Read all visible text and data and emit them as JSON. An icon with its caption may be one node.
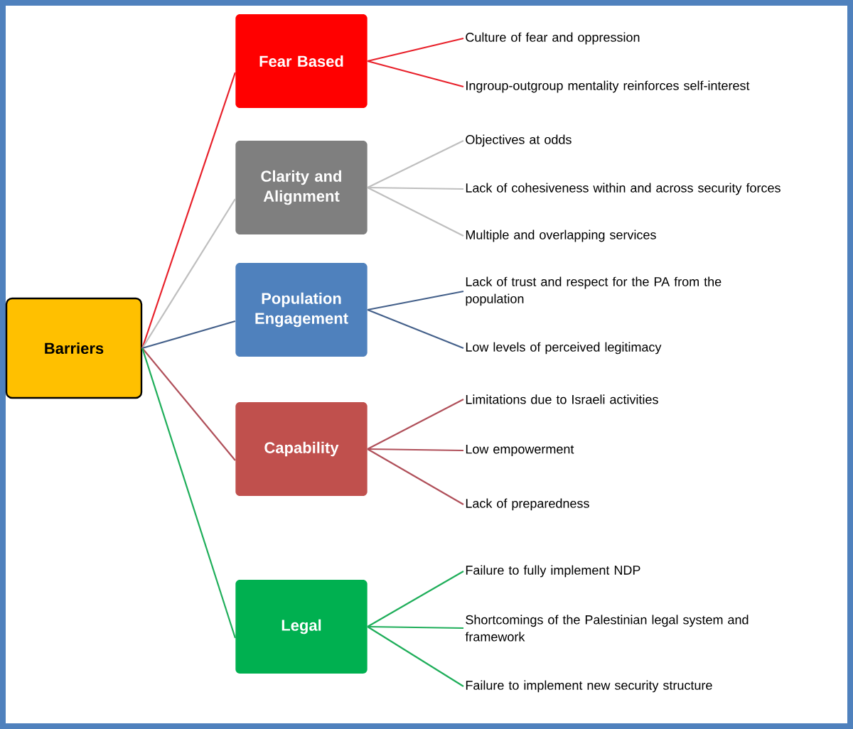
{
  "diagram": {
    "nodes": [
      {
        "text": [
          "Barriers"
        ]
      },
      {
        "text": [
          "Fear Based"
        ]
      },
      {
        "text": [
          "Culture of fear and oppression"
        ]
      },
      {
        "text": [
          "Ingroup-outgroup mentality reinforces self-interest"
        ]
      },
      {
        "text": [
          "Clarity and Alignment"
        ]
      },
      {
        "text": [
          "Objectives at odds"
        ]
      },
      {
        "text": [
          "Lack of cohesiveness within and across security forces"
        ]
      },
      {
        "text": [
          "Multiple and overlapping services"
        ]
      },
      {
        "text": [
          "Population Engagement"
        ]
      },
      {
        "text": [
          "Lack of trust and respect for the PA from the population"
        ]
      },
      {
        "text": [
          "Low levels of perceived legitimacy"
        ]
      },
      {
        "text": [
          "Capability"
        ]
      },
      {
        "text": [
          "Limitations due to Israeli activities"
        ]
      },
      {
        "text": [
          "Low empowerment"
        ]
      },
      {
        "text": [
          "Lack of preparedness"
        ]
      },
      {
        "text": [
          "Legal"
        ]
      },
      {
        "text": [
          "Failure to fully implement NDP"
        ]
      },
      {
        "text": [
          "Shortcomings of the Palestinian legal system and framework"
        ]
      },
      {
        "text": [
          "Failure to implement new security structure"
        ]
      }
    ],
    "edges": [
      {
        "from": 0,
        "to": 1,
        "arrow": "none",
        "color": "#e8202a"
      },
      {
        "from": 0,
        "to": 4,
        "arrow": "none",
        "color": "#bfbfbf"
      },
      {
        "from": 0,
        "to": 8,
        "arrow": "none",
        "color": "#44608a"
      },
      {
        "from": 0,
        "to": 11,
        "arrow": "none",
        "color": "#b0505a"
      },
      {
        "from": 0,
        "to": 15,
        "arrow": "none",
        "color": "#1fae5a"
      },
      {
        "from": 1,
        "to": 2,
        "arrow": "none",
        "color": "#e8202a"
      },
      {
        "from": 1,
        "to": 3,
        "arrow": "none",
        "color": "#e8202a"
      },
      {
        "from": 4,
        "to": 5,
        "arrow": "none",
        "color": "#bfbfbf"
      },
      {
        "from": 4,
        "to": 6,
        "arrow": "none",
        "color": "#bfbfbf"
      },
      {
        "from": 4,
        "to": 7,
        "arrow": "none",
        "color": "#bfbfbf"
      },
      {
        "from": 8,
        "to": 9,
        "arrow": "none",
        "color": "#44608a"
      },
      {
        "from": 8,
        "to": 10,
        "arrow": "none",
        "color": "#44608a"
      },
      {
        "from": 11,
        "to": 12,
        "arrow": "none",
        "color": "#b0505a"
      },
      {
        "from": 11,
        "to": 13,
        "arrow": "none",
        "color": "#b0505a"
      },
      {
        "from": 11,
        "to": 14,
        "arrow": "none",
        "color": "#b0505a"
      },
      {
        "from": 15,
        "to": 16,
        "arrow": "none",
        "color": "#1fae5a"
      },
      {
        "from": 15,
        "to": 17,
        "arrow": "none",
        "color": "#1fae5a"
      },
      {
        "from": 15,
        "to": 18,
        "arrow": "none",
        "color": "#1fae5a"
      }
    ]
  }
}
